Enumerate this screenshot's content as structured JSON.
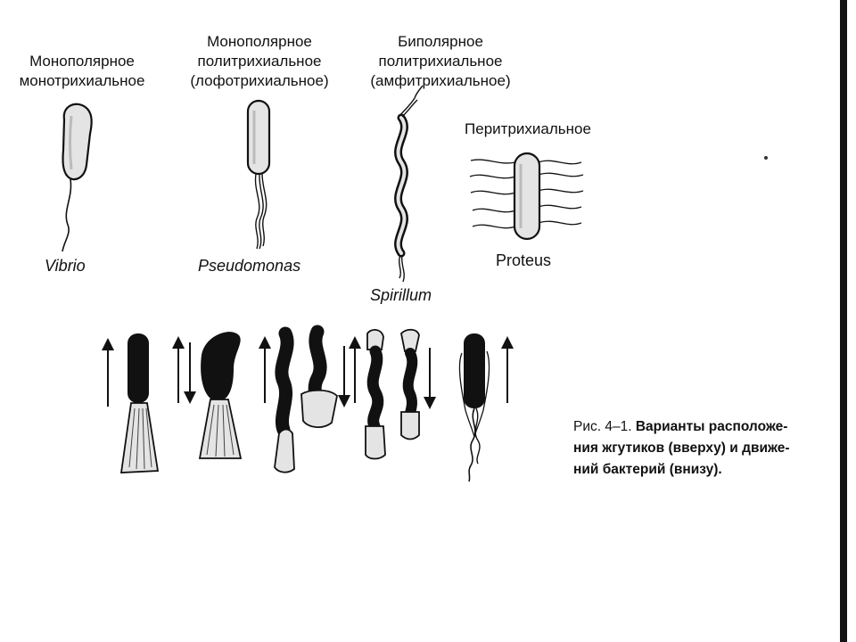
{
  "types": {
    "mono_mono": {
      "line1": "Монополярное",
      "line2": "монотрихиальное"
    },
    "mono_poly": {
      "line1": "Монополярное",
      "line2": "политрихиальное",
      "line3": "(лофотрихиальное)"
    },
    "bi_poly": {
      "line1": "Биполярное",
      "line2": "политрихиальное",
      "line3": "(амфитрихиальное)"
    },
    "peri": {
      "line1": "Перитрихиальное"
    }
  },
  "species": {
    "vibrio": "Vibrio",
    "pseudomonas": "Pseudomonas",
    "spirillum": "Spirillum",
    "proteus": "Proteus"
  },
  "caption": {
    "number": "Рис. 4–1.",
    "line1": "Варианты расположе-",
    "line2": "ния жгутиков (вверху) и движе-",
    "line3": "ний бактерий (внизу)."
  },
  "colors": {
    "ink": "#111111",
    "cell_fill": "#e4e4e4",
    "background": "#ffffff"
  }
}
